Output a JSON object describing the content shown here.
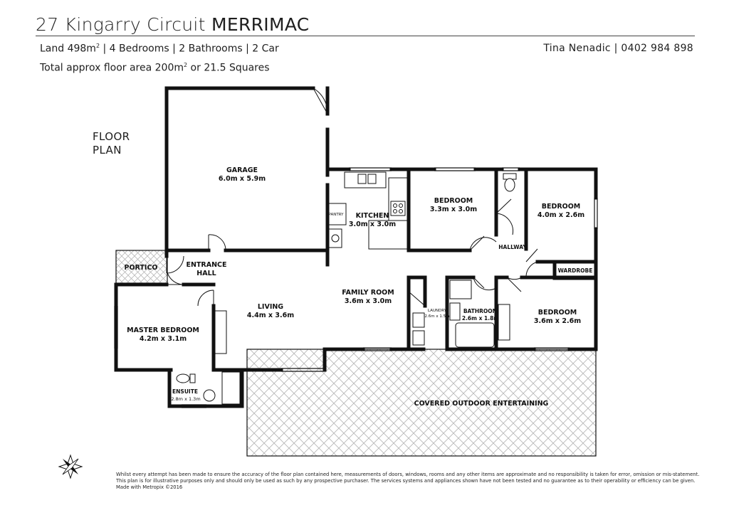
{
  "header": {
    "address": "27 Kingarry Circuit",
    "suburb": "MERRIMAC",
    "land": "Land 498m",
    "land_sup": "2",
    "features": " | 4 Bedrooms | 2 Bathrooms | 2 Car",
    "floor_area_a": "Total approx floor area 200m",
    "floor_area_sup": "2",
    "floor_area_b": " or 21.5 Squares",
    "agent": "Tina Nenadic | 0402 984 898"
  },
  "plan_label": "FLOOR\nPLAN",
  "rooms": {
    "garage": {
      "name": "GARAGE",
      "size": "6.0m x 5.9m"
    },
    "kitchen": {
      "name": "KITCHEN",
      "size": "3.0m x 3.0m"
    },
    "pantry": {
      "name": "PANTRY"
    },
    "bedroom2": {
      "name": "BEDROOM",
      "size": "3.3m x 3.0m"
    },
    "bedroom3": {
      "name": "BEDROOM",
      "size": "4.0m x 2.6m"
    },
    "hallway": {
      "name": "HALLWAY"
    },
    "wardrobe": {
      "name": "WARDROBE"
    },
    "portico": {
      "name": "PORTICO"
    },
    "entrance": {
      "name1": "ENTRANCE",
      "name2": "HALL"
    },
    "living": {
      "name": "LIVING",
      "size": "4.4m x 3.6m"
    },
    "family": {
      "name": "FAMILY ROOM",
      "size": "3.6m x 3.0m"
    },
    "laundry": {
      "name": "LAUNDRY",
      "size": "2.6m x 1.5m"
    },
    "bathroom": {
      "name": "BATHROOM",
      "size": "2.6m x 1.8m"
    },
    "bedroom4": {
      "name": "BEDROOM",
      "size": "3.6m x 2.6m"
    },
    "master": {
      "name": "MASTER BEDROOM",
      "size": "4.2m x 3.1m"
    },
    "ensuite": {
      "name": "ENSUITE",
      "size": "2.8m x 1.3m"
    },
    "outdoor": {
      "name": "COVERED OUTDOOR ENTERTAINING"
    }
  },
  "disclaimer": [
    "Whilst every attempt has been made to ensure the accuracy of the floor plan contained here, measurements of doors, windows, rooms and any other items are approximate and no responsibility is taken for error, omission or mis-statement.",
    "This plan is for illustrative purposes only and should only be used as such by any prospective purchaser. The services systems and appliances shown have not been tested and no guarantee as to their operability or efficiency can be given.",
    "Made with Metropix ©2016"
  ],
  "colors": {
    "wall": "#111111",
    "hatch": "#bcbcbc",
    "text": "#1e1e1e"
  },
  "icons": [
    "compass-icon",
    "toilet-icon",
    "bathtub-icon",
    "sink-icon",
    "stove-icon",
    "shower-icon",
    "washer-icon"
  ]
}
